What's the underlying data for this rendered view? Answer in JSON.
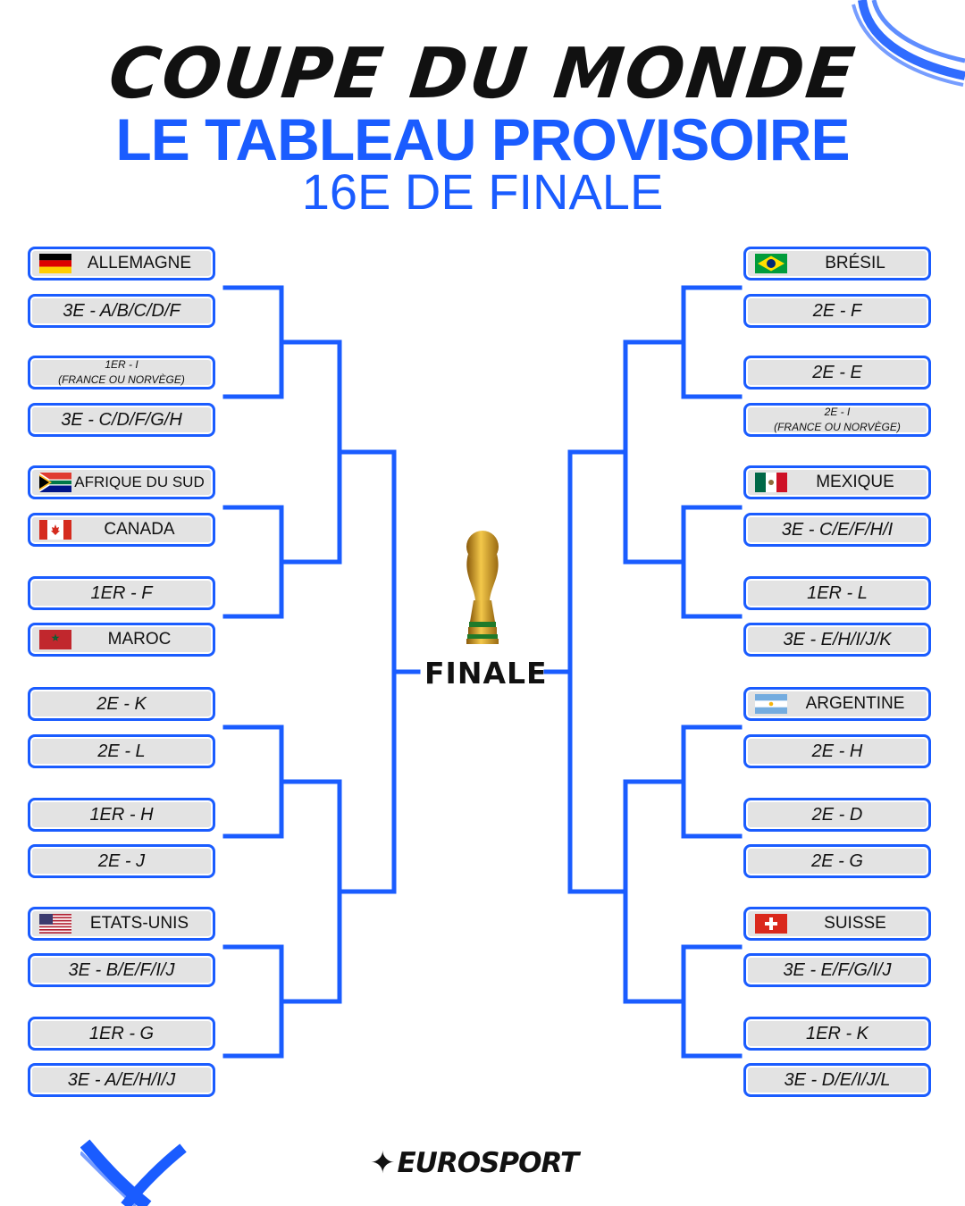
{
  "header": {
    "brush_title": "COUPE DU MONDE",
    "main_title": "LE TABLEAU PROVISOIRE",
    "subtitle": "16E DE FINALE"
  },
  "left": {
    "slots": [
      {
        "label": "ALLEMAGNE",
        "flag": "germany"
      },
      {
        "label": "3E - A/B/C/D/F"
      },
      {
        "line1": "1ER - I",
        "line2": "(FRANCE OU NORVÈGE)"
      },
      {
        "label": "3E - C/D/F/G/H"
      },
      {
        "label": "AFRIQUE DU SUD",
        "flag": "south-africa"
      },
      {
        "label": "CANADA",
        "flag": "canada"
      },
      {
        "label": "1ER - F"
      },
      {
        "label": "MAROC",
        "flag": "morocco"
      },
      {
        "label": "2E - K"
      },
      {
        "label": "2E - L"
      },
      {
        "label": "1ER - H"
      },
      {
        "label": "2E - J"
      },
      {
        "label": "ETATS-UNIS",
        "flag": "usa"
      },
      {
        "label": "3E - B/E/F/I/J"
      },
      {
        "label": "1ER - G"
      },
      {
        "label": "3E - A/E/H/I/J"
      }
    ]
  },
  "right": {
    "slots": [
      {
        "label": "BRÉSIL",
        "flag": "brazil"
      },
      {
        "label": "2E - F"
      },
      {
        "label": "2E - E"
      },
      {
        "line1": "2E - I",
        "line2": "(FRANCE OU NORVÈGE)"
      },
      {
        "label": "MEXIQUE",
        "flag": "mexico"
      },
      {
        "label": "3E - C/E/F/H/I"
      },
      {
        "label": "1ER - L"
      },
      {
        "label": "3E - E/H/I/J/K"
      },
      {
        "label": "ARGENTINE",
        "flag": "argentina"
      },
      {
        "label": "2E - H"
      },
      {
        "label": "2E - D"
      },
      {
        "label": "2E - G"
      },
      {
        "label": "SUISSE",
        "flag": "switzerland"
      },
      {
        "label": "3E - E/F/G/I/J"
      },
      {
        "label": "1ER - K"
      },
      {
        "label": "3E - D/E/I/J/L"
      }
    ]
  },
  "center": {
    "finale_label": "FINALE",
    "trophy_icon": "world-cup-trophy-icon"
  },
  "footer": {
    "brand": "EUROSPORT"
  },
  "colors": {
    "accent": "#1a5cff",
    "box_fill": "#e3e3e3",
    "text": "#111111"
  }
}
